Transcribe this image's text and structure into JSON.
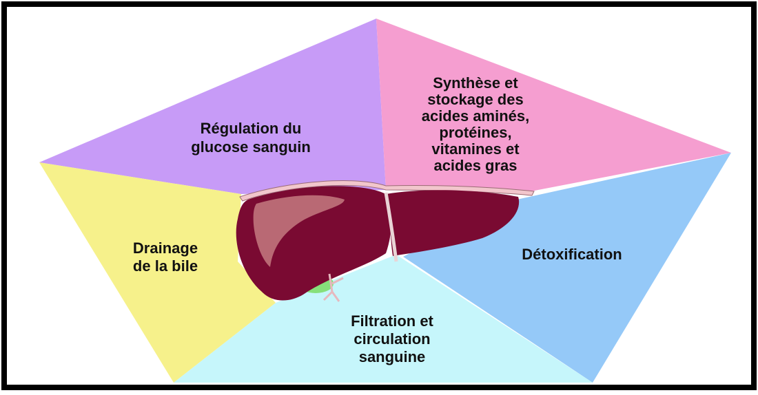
{
  "colors": {
    "frame": "#000000",
    "background": "#ffffff",
    "regulation": "#c79bf7",
    "synthese": "#f59ed0",
    "detox": "#95c9f8",
    "filtration": "#c6f6fb",
    "drainage": "#f6f18b",
    "liver": "#7a0a32",
    "liver_highlight": "#c47a80",
    "gallbladder": "#86e07a"
  },
  "segments": {
    "regulation": {
      "lines": [
        "Régulation du",
        "glucose sanguin"
      ]
    },
    "synthese": {
      "lines": [
        "Synthèse et",
        "stockage des",
        "acides aminés,",
        "protéines,",
        "vitamines et",
        "acides gras"
      ]
    },
    "detox": {
      "lines": [
        "Détoxification"
      ]
    },
    "filtration": {
      "lines": [
        "Filtration et",
        "circulation",
        "sanguine"
      ]
    },
    "drainage": {
      "lines": [
        "Drainage",
        "de la bile"
      ]
    }
  }
}
